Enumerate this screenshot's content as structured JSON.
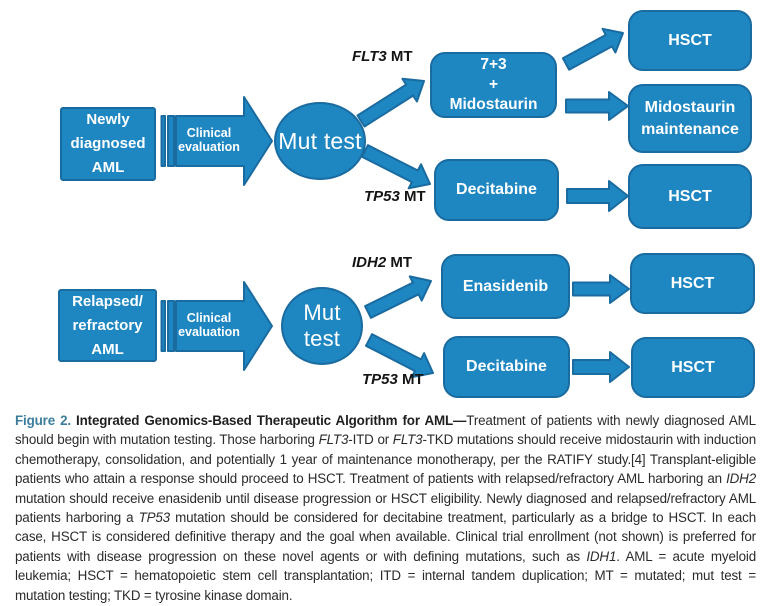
{
  "colors": {
    "shape_fill": "#1E87C2",
    "shape_border": "#1A6BA0",
    "shape_text": "#FFFFFF",
    "branch_label_text": "#141414",
    "figure_label_color": "#3D7D9C",
    "caption_text": "#2B2B2B",
    "background": "#FFFFFF"
  },
  "diagram": {
    "flow_top": {
      "source_line1": "Newly",
      "source_line2": "diagnosed",
      "source_line3": "AML",
      "connector_line1": "Clinical",
      "connector_line2": "evaluation",
      "hub": "Mut test",
      "branch1_gene": "FLT3",
      "branch1_suffix": " MT",
      "treatment1_line1": "7+3",
      "treatment1_line2": "+",
      "treatment1_line3": "Midostaurin",
      "outcome1a": "HSCT",
      "outcome1b_line1": "Midostaurin",
      "outcome1b_line2": "maintenance",
      "branch2_gene": "TP53",
      "branch2_suffix": " MT",
      "treatment2": "Decitabine",
      "outcome2": "HSCT"
    },
    "flow_bottom": {
      "source_line1": "Relapsed/",
      "source_line2": "refractory",
      "source_line3": "AML",
      "connector_line1": "Clinical",
      "connector_line2": "evaluation",
      "hub": "Mut test",
      "branch1_gene": "IDH2",
      "branch1_suffix": " MT",
      "treatment1": "Enasidenib",
      "outcome1": "HSCT",
      "branch2_gene": "TP53",
      "branch2_suffix": " MT",
      "treatment2": "Decitabine",
      "outcome2": "HSCT"
    }
  },
  "caption": {
    "segments": [
      {
        "text": "Figure 2.",
        "style": "fig-label"
      },
      {
        "text": " Integrated Genomics-Based Therapeutic Algorithm for AML—",
        "style": "bold"
      },
      {
        "text": "Treatment of patients with newly diagnosed AML should begin with mutation testing. Those harboring ",
        "style": "normal"
      },
      {
        "text": "FLT3",
        "style": "italic"
      },
      {
        "text": "-ITD or ",
        "style": "normal"
      },
      {
        "text": "FLT3",
        "style": "italic"
      },
      {
        "text": "-TKD mutations should receive midostaurin with induction chemotherapy, consolidation, and potentially 1 year of maintenance monotherapy, per the RATIFY study.[4] Transplant-eligible patients who attain a response should proceed to HSCT. Treatment of patients with relapsed/refractory AML harboring an ",
        "style": "normal"
      },
      {
        "text": "IDH2",
        "style": "italic"
      },
      {
        "text": " mutation should receive enasidenib until disease progression or HSCT eligibility. Newly diagnosed and relapsed/refractory AML patients harboring a ",
        "style": "normal"
      },
      {
        "text": "TP53",
        "style": "italic"
      },
      {
        "text": " mutation should be considered for decitabine treatment, particularly as a bridge to HSCT. In each case, HSCT is considered definitive therapy and the goal when available. Clinical trial enrollment (not shown) is preferred for patients with disease progression on these novel agents or with defining mutations, such as ",
        "style": "normal"
      },
      {
        "text": "IDH1",
        "style": "italic"
      },
      {
        "text": ". AML = acute myeloid leukemia; HSCT = hematopoietic stem cell transplantation; ITD = internal tandem duplication; MT = mutated; mut test = mutation testing; TKD = tyrosine kinase domain.",
        "style": "normal"
      }
    ]
  }
}
